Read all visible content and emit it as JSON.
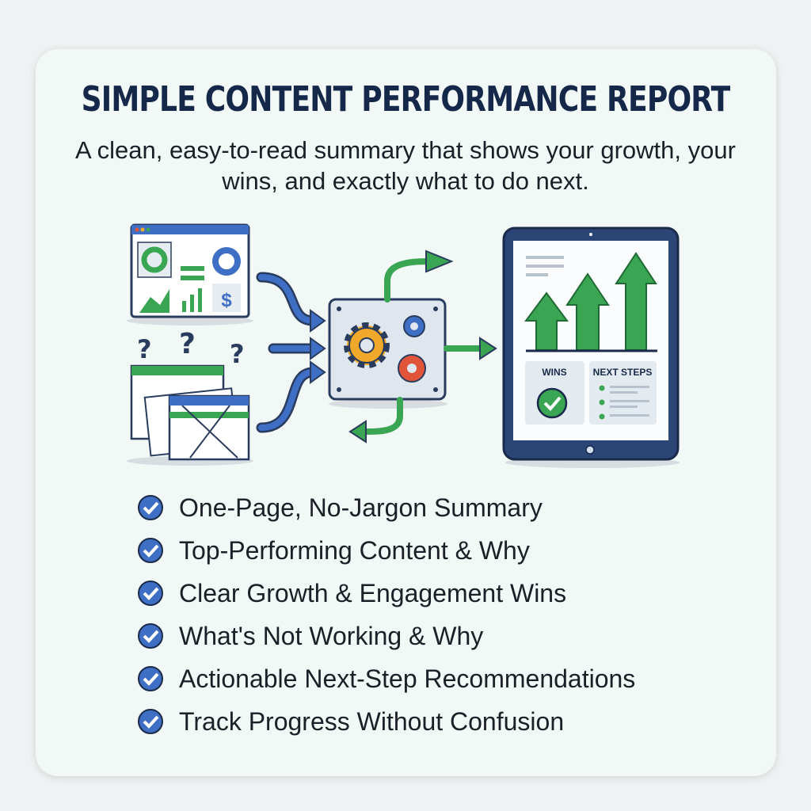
{
  "header": {
    "title": "SIMPLE CONTENT PERFORMANCE REPORT",
    "subtitle": "A clean, easy-to-read summary that shows your growth, your wins, and exactly what to do next."
  },
  "illustration": {
    "tablet_wins_label": "WINS",
    "tablet_next_steps_label": "NEXT STEPS",
    "dashboard_currency_symbol": "$",
    "question_mark": "?"
  },
  "checklist": [
    {
      "label": "One-Page, No-Jargon Summary"
    },
    {
      "label": "Top-Performing Content & Why"
    },
    {
      "label": "Clear Growth & Engagement Wins"
    },
    {
      "label": "What's Not Working & Why"
    },
    {
      "label": "Actionable Next-Step Recommendations"
    },
    {
      "label": "Track Progress Without Confusion"
    }
  ],
  "colors": {
    "navy": "#15284a",
    "blue": "#3f6fc4",
    "green": "#3aa552",
    "orange": "#f0a92a",
    "red": "#e0553a"
  }
}
